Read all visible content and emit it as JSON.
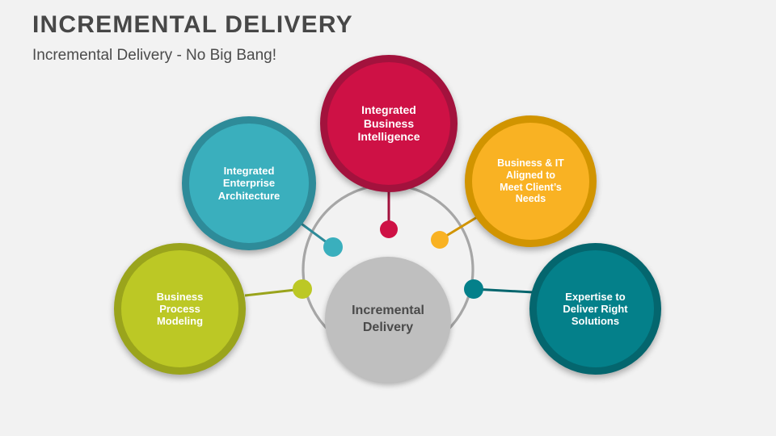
{
  "header": {
    "title": "INCREMENTAL DELIVERY",
    "subtitle": "Incremental Delivery - No Big Bang!"
  },
  "colors": {
    "background": "#f2f2f2",
    "title_text": "#474747",
    "center_fill": "#bfbfbf",
    "center_text": "#4a4a4a",
    "arc_stroke": "#a6a6a6"
  },
  "diagram": {
    "type": "hub-and-spoke",
    "center": {
      "label": "Incremental Delivery",
      "line1": "Incremental",
      "line2": "Delivery",
      "fill": "#bfbfbf"
    },
    "nodes": [
      {
        "id": "integrated-enterprise-architecture",
        "label": "Integrated Enterprise Architecture",
        "lines": [
          "Integrated",
          "Enterprise",
          "Architecture"
        ],
        "fill": "#3aafbd",
        "ring": "#2e8b99",
        "dot": "#3aafbd",
        "font_size": 13
      },
      {
        "id": "integrated-business-intelligence",
        "label": "Integrated Business Intelligence",
        "lines": [
          "Integrated",
          "Business",
          "Intelligence"
        ],
        "fill": "#ce1145",
        "ring": "#a3123d",
        "dot": "#ce1145",
        "font_size": 14
      },
      {
        "id": "business-it-aligned-to-meet-clients-needs",
        "label": "Business & IT Aligned to Meet Client’s Needs",
        "lines": [
          "Business & IT",
          "Aligned to",
          "Meet Client’s",
          "Needs"
        ],
        "fill": "#f9b223",
        "ring": "#d19400",
        "dot": "#f9b223",
        "font_size": 12.5
      },
      {
        "id": "expertise-to-deliver-right-solutions",
        "label": "Expertise to Deliver Right Solutions",
        "lines": [
          "Expertise to",
          "Deliver Right",
          "Solutions"
        ],
        "fill": "#04808a",
        "ring": "#04666e",
        "dot": "#04808a",
        "font_size": 13
      },
      {
        "id": "business-process-modeling",
        "label": "Business Process Modeling",
        "lines": [
          "Business",
          "Process",
          "Modeling"
        ],
        "fill": "#bcc825",
        "ring": "#9aa41c",
        "dot": "#bcc825",
        "font_size": 13
      }
    ]
  }
}
